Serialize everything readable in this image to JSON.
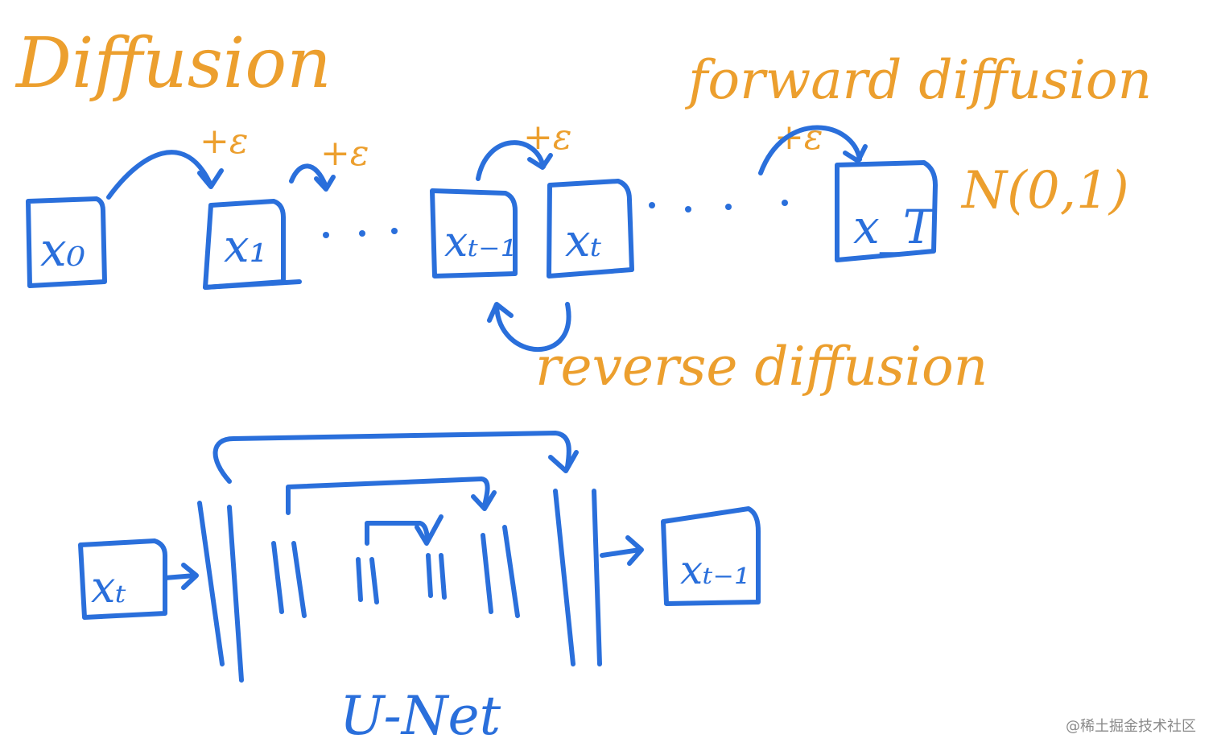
{
  "titles": {
    "diffusion": "Diffusion",
    "forward": "forward diffusion",
    "reverse": "reverse diffusion",
    "unet": "U-Net"
  },
  "noise_labels": [
    "+ε",
    "+ε",
    "+ε",
    "+ε"
  ],
  "distribution": "N(0,1)",
  "boxes": {
    "x0": "x₀",
    "x1": "x₁",
    "xt_minus_1": "xₜ₋₁",
    "xt": "xₜ",
    "xT": "x_T"
  },
  "unet_boxes": {
    "input": "xₜ",
    "output": "xₜ₋₁"
  },
  "watermark": "@稀土掘金技术社区",
  "colors": {
    "orange": "#ec9f2e",
    "blue": "#2a6fdb"
  }
}
